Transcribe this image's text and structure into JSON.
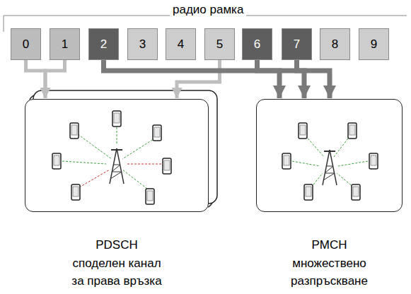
{
  "diagram": {
    "title": "радио рамка",
    "nodes": [
      {
        "text": [
          "0"
        ]
      },
      {
        "text": [
          "1"
        ]
      },
      {
        "text": [
          "2"
        ]
      },
      {
        "text": [
          "3"
        ]
      },
      {
        "text": [
          "4"
        ]
      },
      {
        "text": [
          "5"
        ]
      },
      {
        "text": [
          "6"
        ]
      },
      {
        "text": [
          "7"
        ]
      },
      {
        "text": [
          "8"
        ]
      },
      {
        "text": [
          "9"
        ]
      },
      {
        "text": [
          "PDSCH",
          "споделен канал за права връзка"
        ]
      },
      {
        "text": [
          "PMCH",
          "множествено разпръскване"
        ]
      }
    ],
    "edges": [
      {
        "from": 0,
        "to": 10,
        "arrow": "to"
      },
      {
        "from": 1,
        "to": 10,
        "arrow": "to"
      },
      {
        "from": 5,
        "to": 10,
        "arrow": "to"
      },
      {
        "from": 2,
        "to": 11,
        "arrow": "to"
      },
      {
        "from": 6,
        "to": 11,
        "arrow": "to"
      },
      {
        "from": 7,
        "to": 11,
        "arrow": "to"
      }
    ]
  }
}
